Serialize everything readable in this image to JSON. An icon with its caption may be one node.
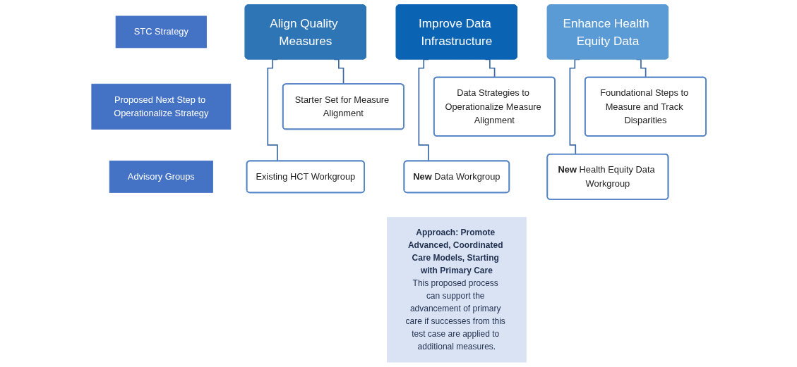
{
  "diagram": {
    "nodes": [
      {
        "text": [
          "STC Strategy"
        ]
      },
      {
        "text": [
          "Align Quality Measures"
        ]
      },
      {
        "text": [
          "Improve Data Infrastructure"
        ]
      },
      {
        "text": [
          "Enhance Health Equity Data"
        ]
      },
      {
        "text": [
          "Proposed Next Step to Operationalize Strategy"
        ]
      },
      {
        "text": [
          "Starter Set for Measure Alignment"
        ]
      },
      {
        "text": [
          "Data Strategies to Operationalize Measure Alignment"
        ]
      },
      {
        "text": [
          "Foundational Steps to Measure and Track Disparities"
        ]
      },
      {
        "text": [
          "Advisory Groups"
        ]
      },
      {
        "text": [
          "Existing HCT Workgroup"
        ]
      },
      {
        "text": [
          "**New** Data Workgroup"
        ]
      },
      {
        "text": [
          "**New** Health Equity Data Workgroup"
        ]
      },
      {
        "text": [
          "Approach: Promote Advanced, Coordinated Care Models, Starting with Primary Care",
          "This proposed process can support the advancement of primary care if successes from this test case are applied to additional measures."
        ]
      }
    ],
    "edges": [
      {
        "from": 1,
        "to": 5,
        "arrow": "none"
      },
      {
        "from": 1,
        "to": 9,
        "arrow": "none"
      },
      {
        "from": 2,
        "to": 6,
        "arrow": "none"
      },
      {
        "from": 2,
        "to": 10,
        "arrow": "none"
      },
      {
        "from": 3,
        "to": 7,
        "arrow": "none"
      },
      {
        "from": 3,
        "to": 11,
        "arrow": "none"
      }
    ]
  }
}
